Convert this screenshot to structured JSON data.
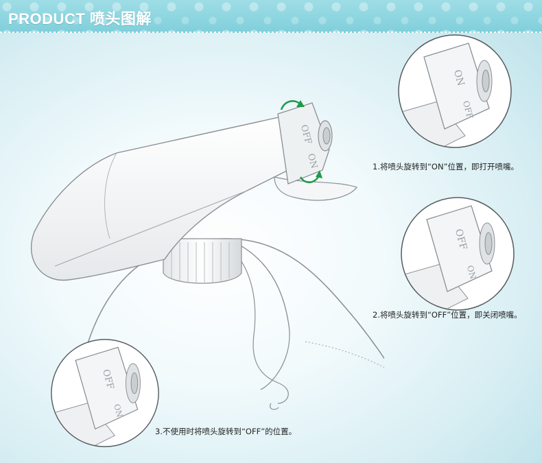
{
  "header": {
    "title": "PRODUCT 喷头图解"
  },
  "nozzle_labels": {
    "off": "OFF",
    "on": "ON"
  },
  "steps": [
    {
      "text": "1.将喷头旋转到“ON”位置，即打开喷嘴。"
    },
    {
      "text": "2.将喷头旋转到“OFF”位置，即关闭喷嘴。"
    },
    {
      "text": "3.不使用时将喷头旋转到“OFF”的位置。"
    }
  ],
  "colors": {
    "header_bg": "#8fd6e0",
    "arrow_green": "#1f9a4a",
    "line_gray": "#8a8f93"
  }
}
